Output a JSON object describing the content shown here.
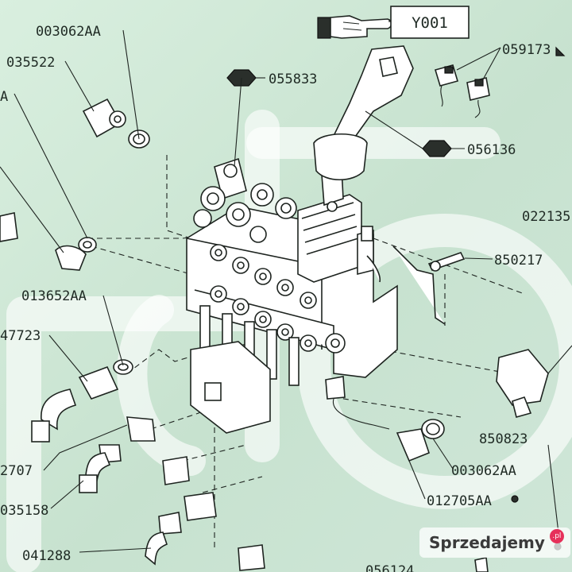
{
  "reference_box": "Y001",
  "part_labels": [
    "003062AA",
    "035522",
    "A",
    "055833",
    "059173",
    "056136",
    "022135",
    "850217",
    "013652AA",
    "47723",
    "2707",
    "850823",
    "003062AA",
    "012705AA",
    "035158",
    "041288",
    "056124"
  ],
  "markers": {
    "hexagon_color": "#2a2f2b",
    "background_color": "#cfe6d6"
  },
  "watermark": {
    "text": "Sprzedajemy",
    "tld": ".pl"
  }
}
